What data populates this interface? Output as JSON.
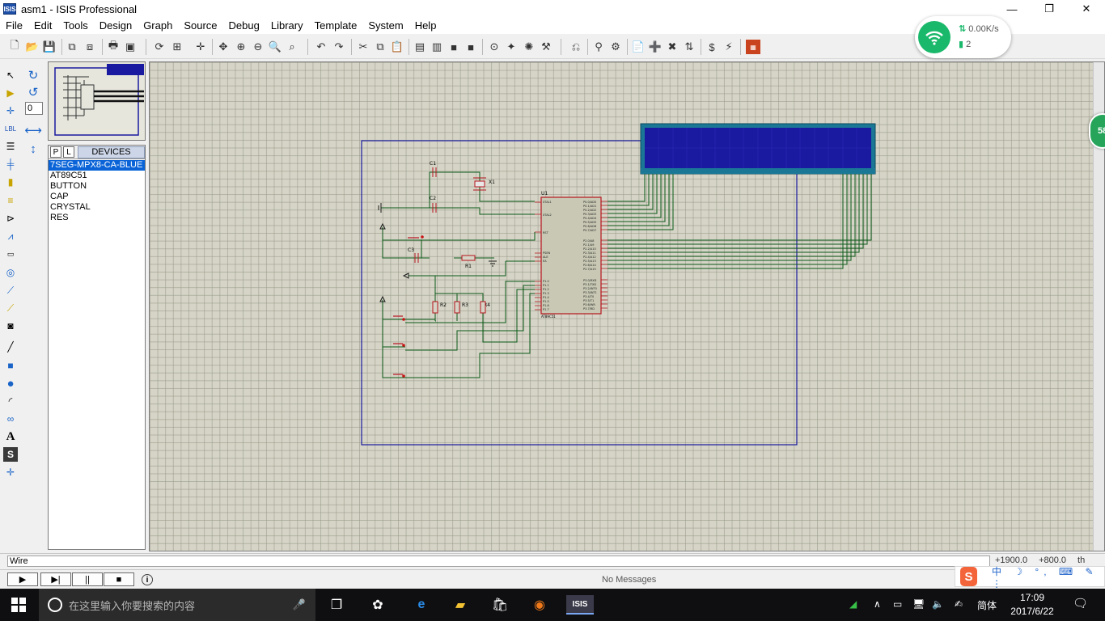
{
  "window": {
    "app_icon_text": "ISIS",
    "title": "asm1 - ISIS Professional",
    "minimize": "—",
    "maximize": "❐",
    "close": "✕"
  },
  "menu": [
    "File",
    "Edit",
    "Tools",
    "Design",
    "Graph",
    "Source",
    "Debug",
    "Library",
    "Template",
    "System",
    "Help"
  ],
  "network_widget": {
    "speed": "0.00K/s",
    "count": "2",
    "accent": "#19b86a"
  },
  "left_tools": {
    "rotation_value": "0",
    "icons": [
      "selection-mode-icon",
      "component-mode-icon",
      "junction-dot-icon",
      "wire-label-icon",
      "text-script-icon",
      "buses-icon",
      "subcircuit-icon",
      "terminals-icon",
      "device-pins-icon",
      "graph-icon",
      "tape-recorder-icon",
      "generator-icon",
      "voltage-probe-icon",
      "current-probe-icon",
      "virtual-instruments-icon",
      "line-icon",
      "box-icon",
      "circle-icon",
      "arc-icon",
      "path-icon",
      "text-icon",
      "symbol-icon",
      "marker-icon"
    ],
    "rotate_icons": [
      "rotate-clockwise-icon",
      "rotate-anticlockwise-icon",
      "mirror-horizontal-icon",
      "mirror-vertical-icon"
    ]
  },
  "device_panel": {
    "p_button": "P",
    "l_button": "L",
    "title": "DEVICES",
    "items": [
      "7SEG-MPX8-CA-BLUE",
      "AT89C51",
      "BUTTON",
      "CAP",
      "CRYSTAL",
      "RES"
    ],
    "selected_index": 0
  },
  "schematic": {
    "labels": {
      "c1": "C1",
      "c2": "C2",
      "c3": "C3",
      "x1": "X1",
      "u1": "U1",
      "r1": "R1",
      "r2": "R2",
      "r3": "R3",
      "r4": "R4",
      "mcu_part": "AT89C51"
    },
    "colors": {
      "sheet_border": "#1a1aa0",
      "wire": "#0b5a18",
      "component": "#b8141e",
      "lcd_frame": "#1a7896",
      "lcd_screen": "#1a1aa0"
    }
  },
  "status": {
    "mode": "Wire",
    "x": "+1900.0",
    "y": "+800.0",
    "unit": "th"
  },
  "sim": {
    "play": "▶",
    "step": "▶|",
    "pause": "||",
    "stop": "■",
    "messages": "No Messages"
  },
  "side_badge": "58",
  "ime": {
    "logo": "S",
    "text": "中 ☽ °, ⌨ ✎ ⋮"
  },
  "taskbar": {
    "search_placeholder": "在这里输入你要搜索的内容",
    "lang": "简体",
    "time": "17:09",
    "date": "2017/6/22"
  }
}
